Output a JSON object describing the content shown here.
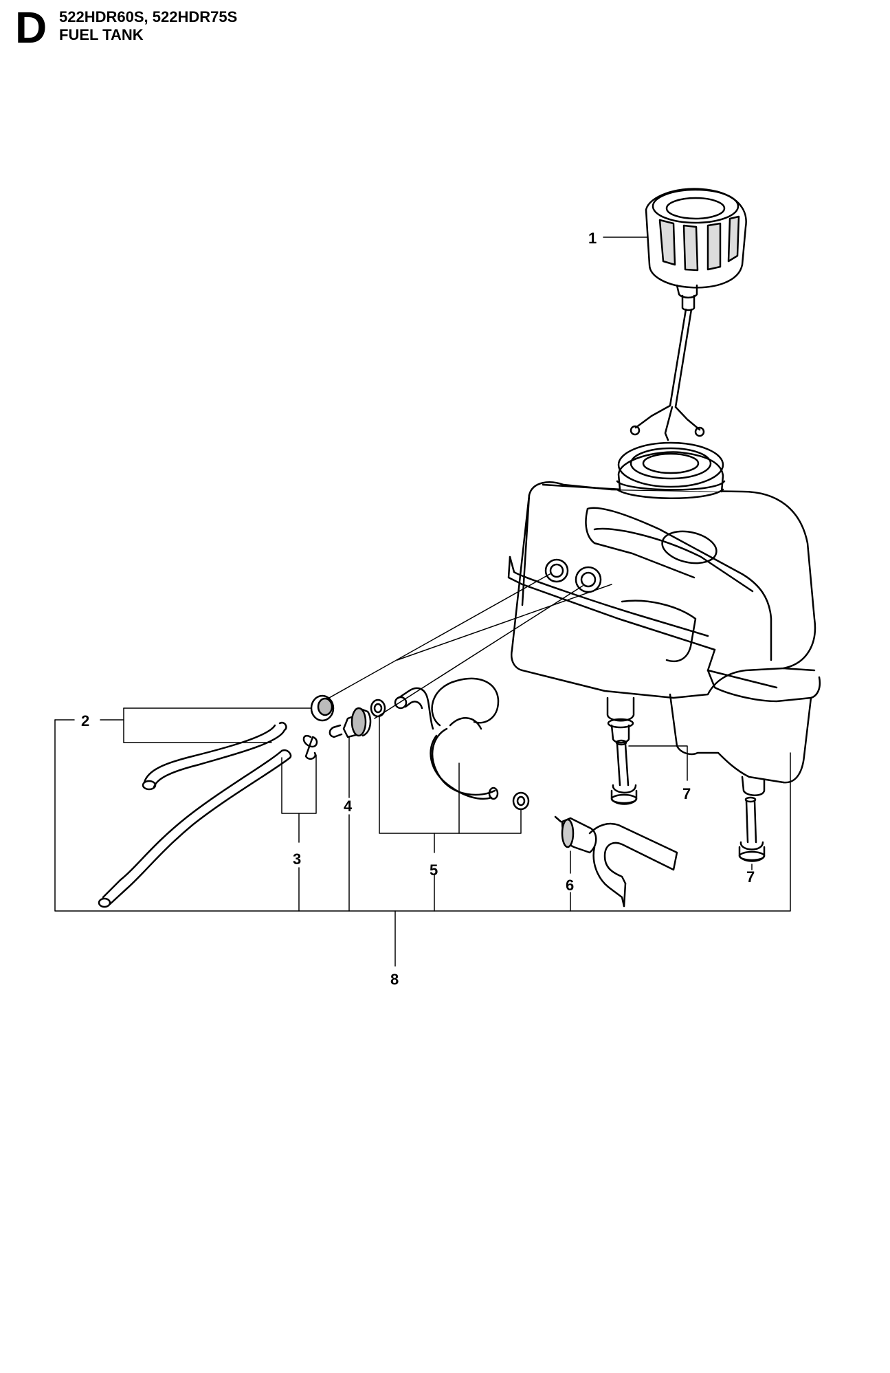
{
  "header": {
    "section_letter": "D",
    "models": "522HDR60S, 522HDR75S",
    "title": "FUEL TANK"
  },
  "callouts": [
    "1",
    "2",
    "3",
    "4",
    "5",
    "6",
    "7",
    "7",
    "8"
  ]
}
